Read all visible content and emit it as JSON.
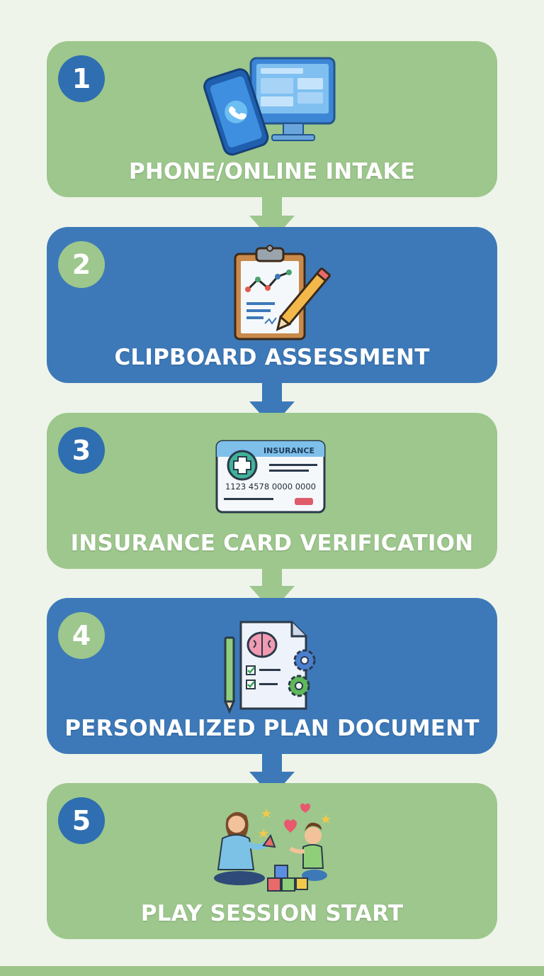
{
  "steps": [
    {
      "number": "1",
      "label": "PHONE/ONLINE INTAKE",
      "icon": "phone-and-computer-icon",
      "color": "green"
    },
    {
      "number": "2",
      "label": "CLIPBOARD ASSESSMENT",
      "icon": "clipboard-chart-pencil-icon",
      "color": "blue"
    },
    {
      "number": "3",
      "label": "INSURANCE CARD VERIFICATION",
      "icon": "insurance-card-icon",
      "color": "green",
      "card": {
        "title": "INSURANCE",
        "number": "1123 4578 0000 0000"
      }
    },
    {
      "number": "4",
      "label": "PERSONALIZED PLAN DOCUMENT",
      "icon": "plan-document-brain-gears-icon",
      "color": "blue"
    },
    {
      "number": "5",
      "label": "PLAY SESSION START",
      "icon": "therapist-child-play-icon",
      "color": "green"
    }
  ],
  "colors": {
    "background": "#eef4ea",
    "green": "#9dc78c",
    "blue": "#3d79b8",
    "number_on_green": "#2f6eb0",
    "label_text": "#ffffff"
  }
}
